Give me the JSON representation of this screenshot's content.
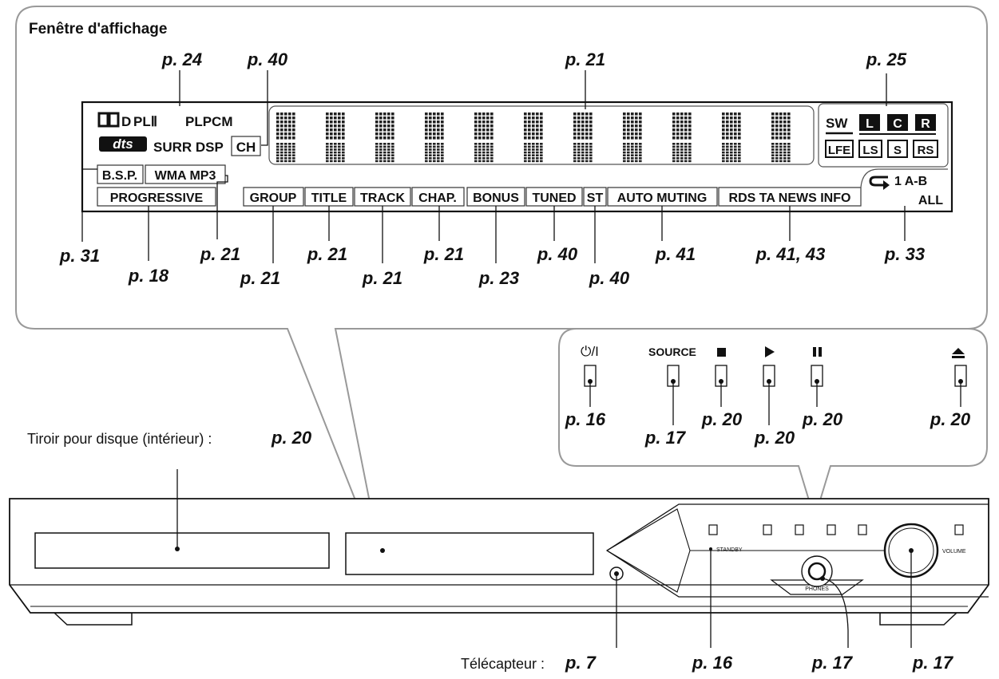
{
  "display": {
    "title": "Fenêtre d'affichage",
    "indicators": {
      "dolby": "D",
      "pl2": "PLⅡ",
      "plpcm": "PLPCM",
      "dts": "dts",
      "surr_dsp": "SURR DSP",
      "ch": "CH",
      "bsp": "B.S.P.",
      "wma_mp3": "WMA MP3",
      "progressive": "PROGRESSIVE",
      "group": "GROUP",
      "title": "TITLE",
      "track": "TRACK",
      "chap": "CHAP.",
      "bonus": "BONUS",
      "tuned": "TUNED",
      "st": "ST",
      "auto_muting": "AUTO MUTING",
      "rds": "RDS TA NEWS INFO",
      "sw": "SW",
      "l": "L",
      "c": "C",
      "r": "R",
      "lfe": "LFE",
      "ls": "LS",
      "s": "S",
      "rs": "RS",
      "repeat": "1 A-B",
      "all": "ALL"
    },
    "refs_top": {
      "dolby": "p. 24",
      "ch": "p. 40",
      "segments": "p. 21",
      "speakers": "p. 25"
    },
    "refs_bottom": {
      "bsp": "p. 31",
      "progressive": "p. 18",
      "wma": "p. 21",
      "group": "p. 21",
      "title": "p. 21",
      "track": "p. 21",
      "chap": "p. 21",
      "bonus": "p. 23",
      "tuned": "p. 40",
      "st": "p. 40",
      "auto_muting": "p. 41",
      "rds": "p. 41, 43",
      "repeat": "p. 33"
    }
  },
  "buttons": {
    "power_label": "⏻/I",
    "source_label": "SOURCE",
    "refs": {
      "power": "p. 16",
      "source": "p. 17",
      "stop": "p. 20",
      "play": "p. 20",
      "pause": "p. 20",
      "eject": "p. 20"
    }
  },
  "front_panel": {
    "disc_tray": "Tiroir pour disque (intérieur) :",
    "disc_tray_ref": "p. 20",
    "standby": "STANDBY",
    "phones": "PHONES",
    "volume": "VOLUME",
    "sensor": "Télécapteur :",
    "sensor_ref": "p. 7",
    "standby_ref": "p. 16",
    "phones_ref": "p. 17",
    "volume_ref": "p. 17"
  }
}
